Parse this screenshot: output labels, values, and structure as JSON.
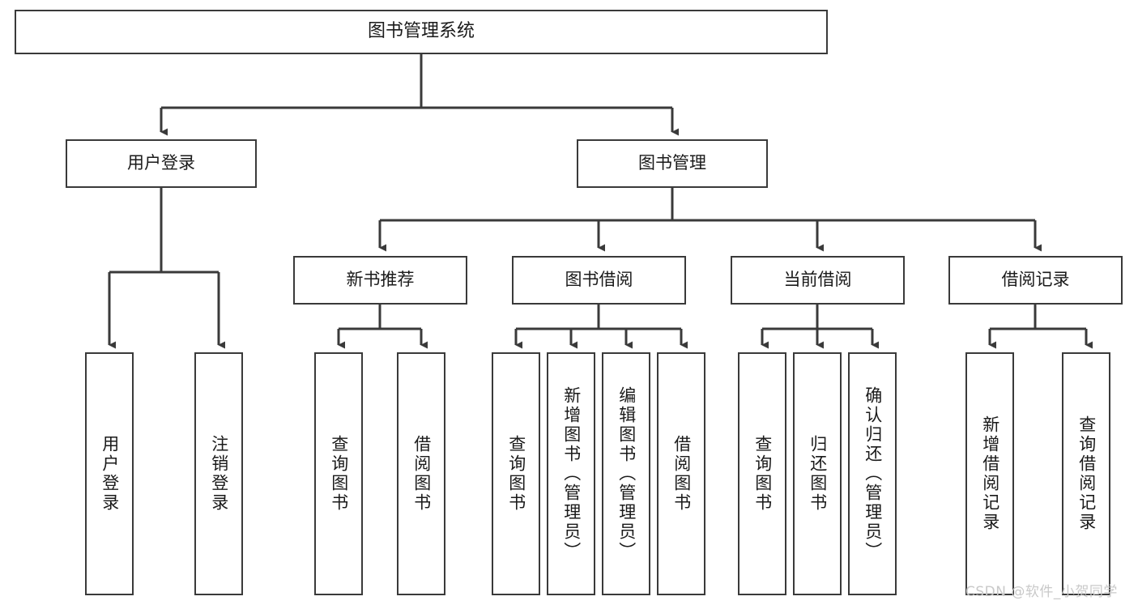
{
  "diagram": {
    "title": "图书管理系统",
    "type": "tree",
    "watermark": "CSDN @软件_小贺同学",
    "colors": {
      "border": "#3a3a3a",
      "background": "#ffffff",
      "text": "#1a1a1a",
      "connector": "#3a3a3a",
      "watermark": "#c9c9c9"
    },
    "nodes": {
      "root": "图书管理系统",
      "level1": [
        "用户登录",
        "图书管理"
      ],
      "level2": [
        "新书推荐",
        "图书借阅",
        "当前借阅",
        "借阅记录"
      ],
      "login_children": [
        "用户登录",
        "注销登录"
      ],
      "recommend_children": [
        "查询图书",
        "借阅图书"
      ],
      "borrow_children": [
        "查询图书",
        "新增图书（管理员）",
        "编辑图书（管理员）",
        "借阅图书"
      ],
      "current_children": [
        "查询图书",
        "归还图书",
        "确认归还（管理员）"
      ],
      "record_children": [
        "新增借阅记录",
        "查询借阅记录"
      ]
    }
  }
}
